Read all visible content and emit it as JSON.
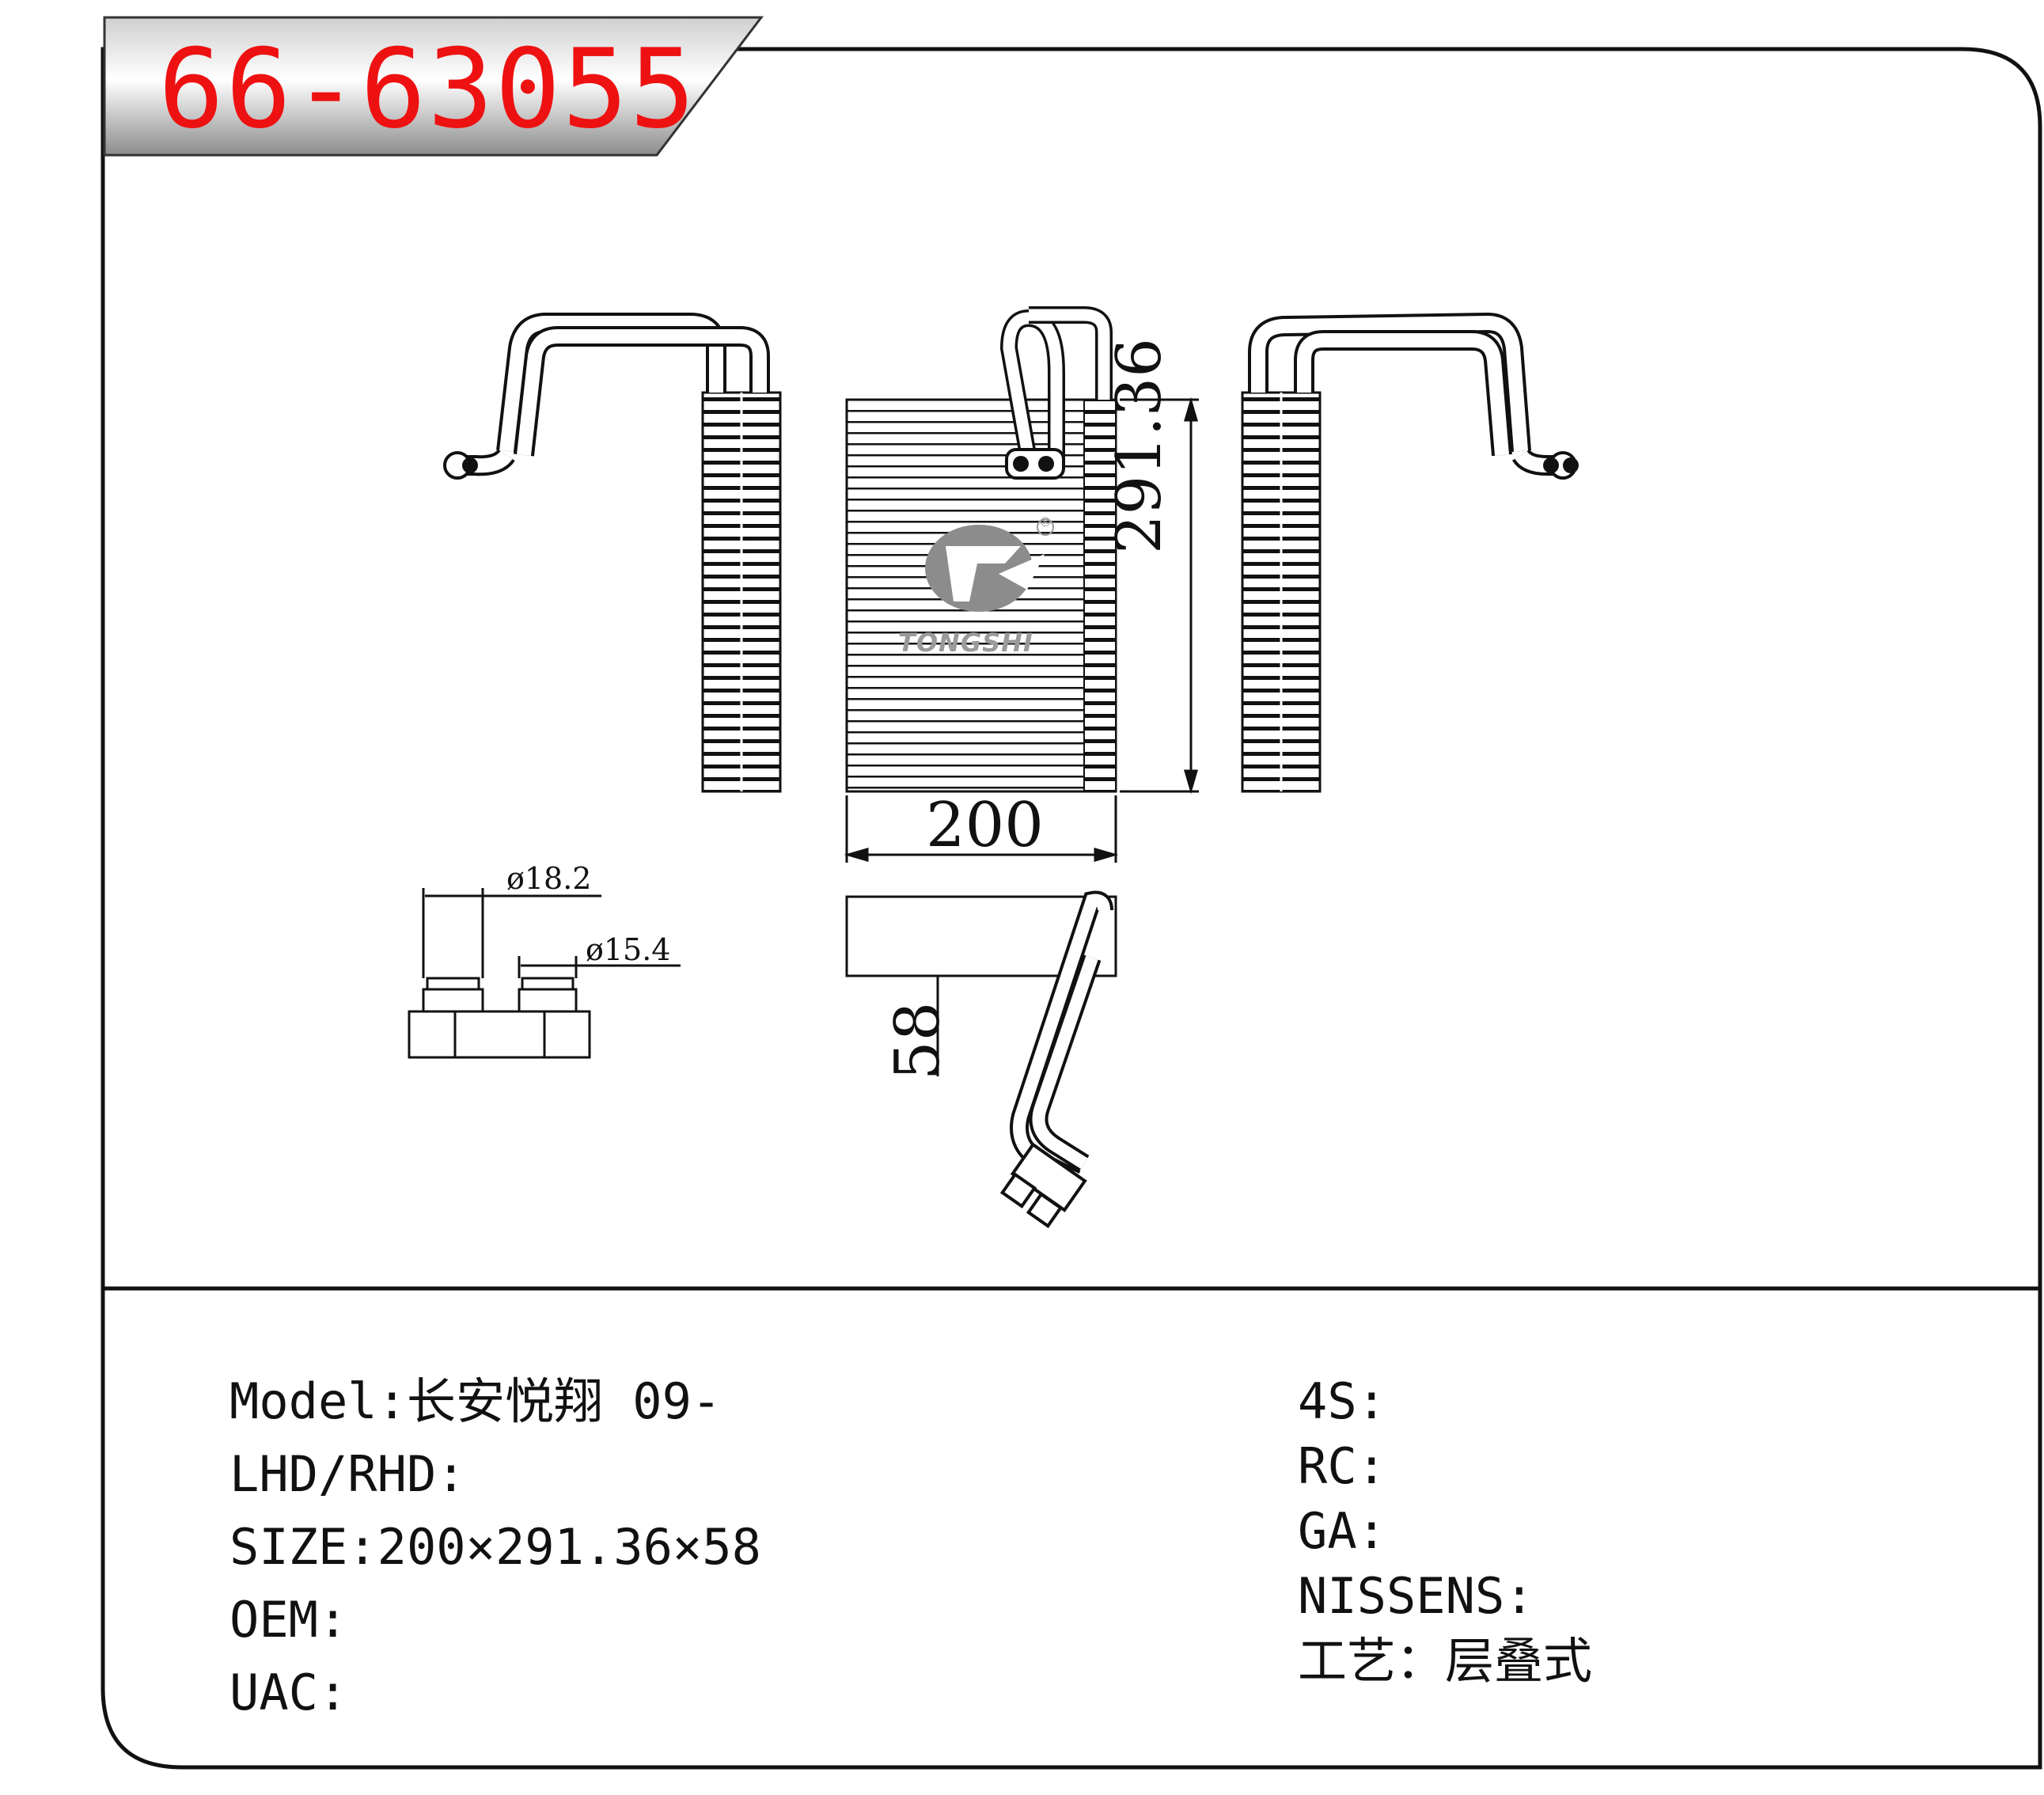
{
  "header": {
    "part_number": "66-63055"
  },
  "drawing": {
    "width_label": "200",
    "height_label": "291.36",
    "depth_label": "58",
    "pipe_dia_1": "ø18.2",
    "pipe_dia_2": "ø15.4",
    "brand": "TONGSHI",
    "registered_mark": "®"
  },
  "specs_left": [
    {
      "label": "Model:",
      "value": "长安悦翔 09-"
    },
    {
      "label": "LHD/RHD:",
      "value": ""
    },
    {
      "label": "SIZE:",
      "value": "200×291.36×58"
    },
    {
      "label": "OEM:",
      "value": ""
    },
    {
      "label": "UAC:",
      "value": ""
    }
  ],
  "specs_right": [
    {
      "label": "4S:",
      "value": ""
    },
    {
      "label": "RC:",
      "value": ""
    },
    {
      "label": "GA:",
      "value": ""
    },
    {
      "label": "NISSENS:",
      "value": ""
    },
    {
      "label": "工艺：",
      "value": "层叠式"
    }
  ],
  "colors": {
    "part_number": "#ee1111",
    "frame": "#111111"
  }
}
